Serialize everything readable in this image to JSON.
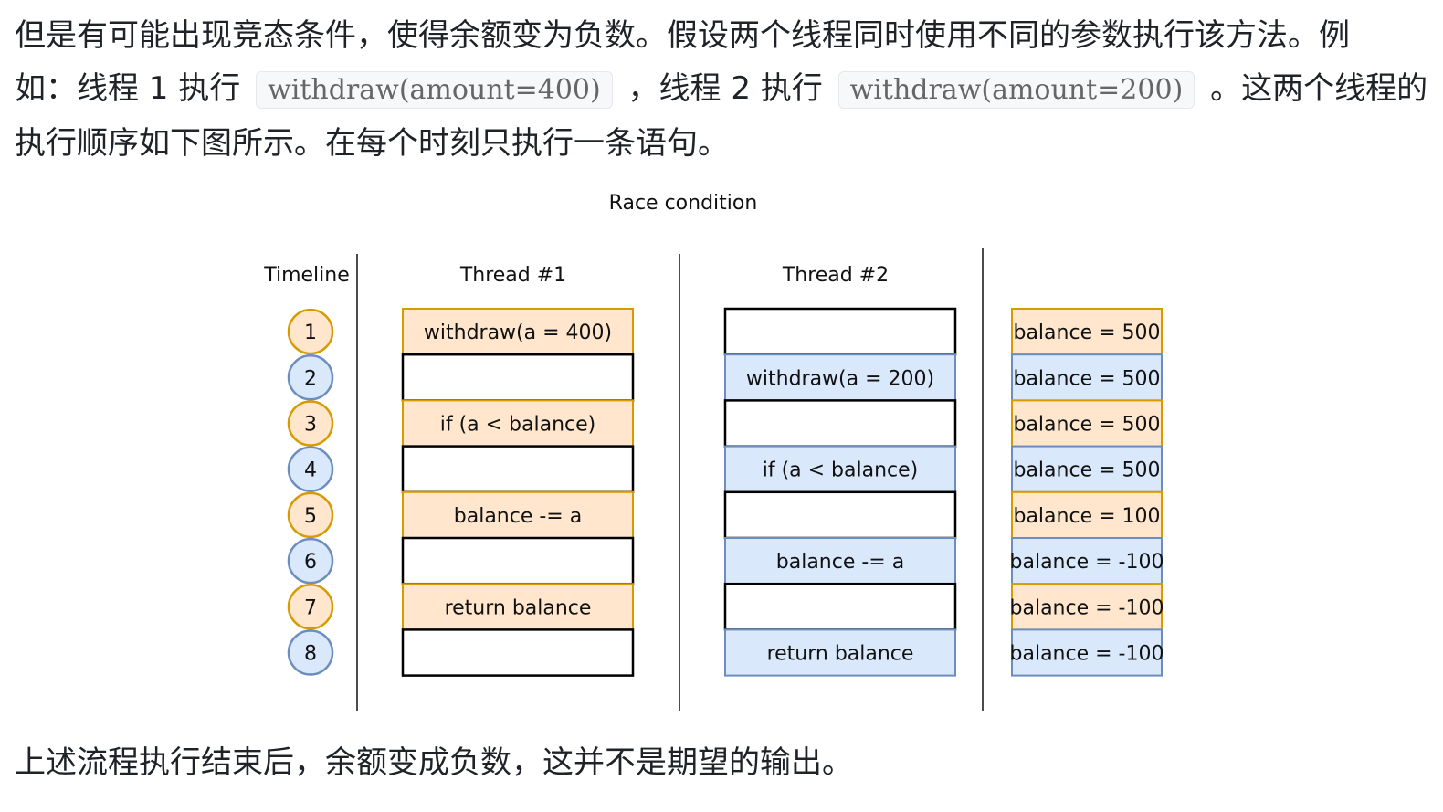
{
  "intro": {
    "line1": "但是有可能出现竞态条件，使得余额变为负数。假设两个线程同时使用不同的参数执行该方法。例",
    "line2_a": "如：线程 1 执行",
    "code_1": "withdraw(amount=400)",
    "line2_b": "，线程 2 执行",
    "code_2": "withdraw(amount=200)",
    "line2_c": "。这两个线程的",
    "line3": "执行顺序如下图所示。在每个时刻只执行一条语句。"
  },
  "diagram": {
    "title": "Race condition",
    "headers": {
      "timeline": "Timeline",
      "thread1": "Thread #1",
      "thread2": "Thread #2"
    },
    "steps": [
      "1",
      "2",
      "3",
      "4",
      "5",
      "6",
      "7",
      "8"
    ],
    "step_owner": [
      1,
      2,
      1,
      2,
      1,
      2,
      1,
      2
    ],
    "thread1": [
      "withdraw(a = 400)",
      "",
      "if (a < balance)",
      "",
      "balance -= a",
      "",
      "return balance",
      ""
    ],
    "thread2": [
      "",
      "withdraw(a = 200)",
      "",
      "if (a < balance)",
      "",
      "balance -= a",
      "",
      "return balance"
    ],
    "balances": [
      "balance = 500",
      "balance = 500",
      "balance = 500",
      "balance = 500",
      "balance = 100",
      "balance = -100",
      "balance = -100",
      "balance = -100"
    ],
    "colors": {
      "thread1_fill": "#ffe6cc",
      "thread1_stroke": "#d79b00",
      "thread2_fill": "#dae8fc",
      "thread2_stroke": "#6c8ebf",
      "empty_fill": "#ffffff",
      "empty_stroke": "#000000"
    }
  },
  "outro": {
    "text": "上述流程执行结束后，余额变成负数，这并不是期望的输出。"
  }
}
